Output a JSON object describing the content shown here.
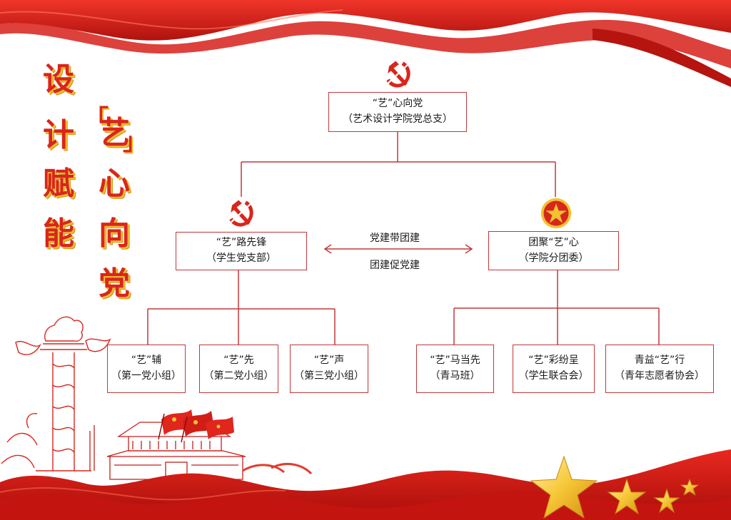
{
  "title": {
    "column_right": [
      "艺",
      "心",
      "向",
      "党"
    ],
    "column_left": [
      "设",
      "计",
      "赋",
      "能"
    ],
    "bracket_open": "「",
    "bracket_close": "」"
  },
  "org": {
    "root": {
      "line1": "“艺”心向党",
      "line2": "（艺术设计学院党总支）"
    },
    "left_branch": {
      "line1": "“艺”路先锋",
      "line2": "（学生党支部）"
    },
    "right_branch": {
      "line1": "团聚“艺”心",
      "line2": "（学院分团委）"
    },
    "relation_top": "党建带团建",
    "relation_bottom": "团建促党建",
    "left_children": [
      {
        "line1": "“艺”辅",
        "line2": "（第一党小组）"
      },
      {
        "line1": "“艺”先",
        "line2": "（第二党小组）"
      },
      {
        "line1": "“艺”声",
        "line2": "（第三党小组）"
      }
    ],
    "right_children": [
      {
        "line1": "“艺”马当先",
        "line2": "（青马班）"
      },
      {
        "line1": "“艺”彩纷呈",
        "line2": "（学生联合会）"
      },
      {
        "line1": "青益“艺”行",
        "line2": "（青年志愿者协会）"
      }
    ]
  },
  "icons": {
    "root_emblem": "party-emblem-icon",
    "left_emblem": "party-emblem-icon",
    "right_emblem": "youth-league-emblem-icon"
  },
  "colors": {
    "red": "#d9261c",
    "line": "#c2383a",
    "gold": "#f2c230"
  }
}
